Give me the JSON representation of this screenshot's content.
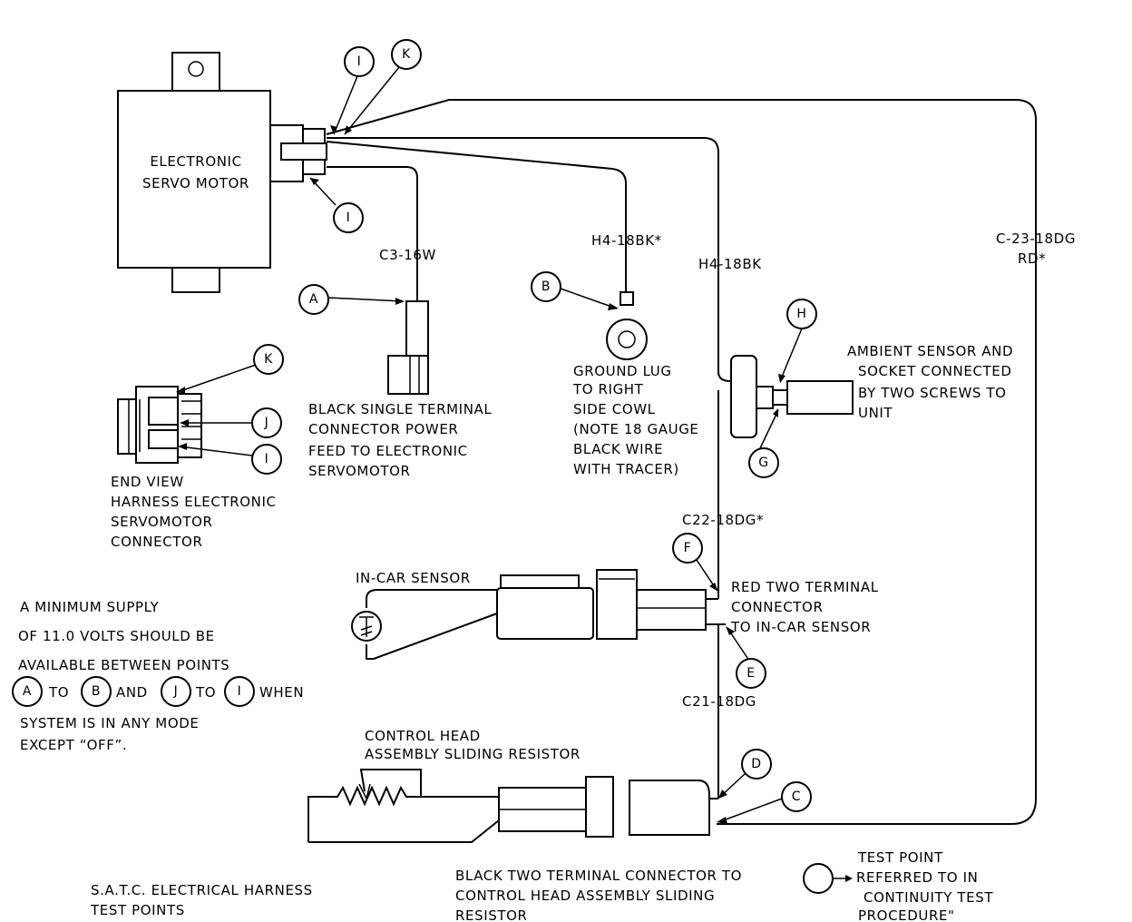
{
  "components": {
    "servo_motor": [
      "ELECTRONIC",
      "SERVO MOTOR"
    ],
    "in_car_sensor": "IN-CAR SENSOR",
    "control_head": [
      "CONTROL HEAD",
      "ASSEMBLY SLIDING RESISTOR"
    ],
    "ambient_sensor": [
      "AMBIENT SENSOR AND",
      "SOCKET CONNECTED",
      "BY TWO SCREWS TO",
      "UNIT"
    ],
    "ground_lug": [
      "GROUND LUG",
      "TO RIGHT",
      "SIDE COWL",
      "(NOTE 18 GAUGE",
      "BLACK WIRE",
      "WITH TRACER)"
    ],
    "black_single_connector": [
      "BLACK SINGLE TERMINAL",
      "CONNECTOR POWER",
      "FEED TO ELECTRONIC",
      "SERVOMOTOR"
    ],
    "red_two_connector": [
      "RED TWO TERMINAL",
      "CONNECTOR",
      "TO IN-CAR SENSOR"
    ],
    "black_two_connector": [
      "BLACK TWO TERMINAL CONNECTOR TO",
      "CONTROL HEAD ASSEMBLY SLIDING",
      "RESISTOR"
    ],
    "end_view": [
      "END VIEW",
      "HARNESS ELECTRONIC",
      "SERVOMOTOR",
      "CONNECTOR"
    ]
  },
  "wires": {
    "c3": "C3-16W",
    "h4_star": "H4-18BK*",
    "h4": "H4-18BK",
    "c23": [
      "C-23-18DG",
      "RD*"
    ],
    "c22": "C22-18DG*",
    "c21": "C21-18DG"
  },
  "test_points": [
    "A",
    "B",
    "C",
    "D",
    "E",
    "F",
    "G",
    "H",
    "I",
    "J",
    "K"
  ],
  "note": {
    "line1": "A MINIMUM SUPPLY",
    "line2": "OF 11.0 VOLTS SHOULD BE",
    "line3": "AVAILABLE BETWEEN POINTS",
    "a": "A",
    "to1": "TO",
    "b": "B",
    "and": "AND",
    "j": "J",
    "to2": "TO",
    "i": "I",
    "when": "WHEN",
    "line5": "SYSTEM IS IN ANY MODE",
    "line6": "EXCEPT “OFF”."
  },
  "title": [
    "S.A.T.C. ELECTRICAL HARNESS",
    "TEST POINTS"
  ],
  "legend": [
    "TEST POINT",
    "REFERRED TO IN",
    "CONTINUITY TEST",
    "PROCEDURE\""
  ]
}
